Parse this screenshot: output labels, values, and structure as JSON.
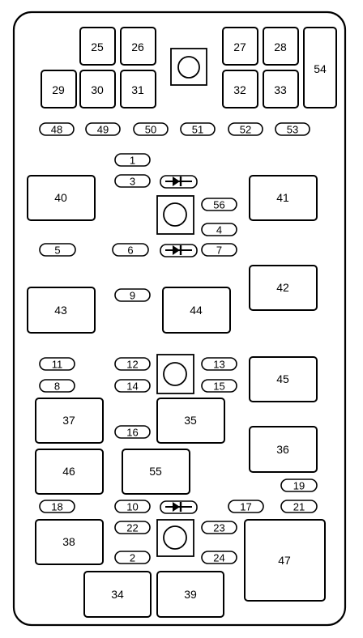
{
  "boxes": [
    {
      "id": "b25",
      "label": "25"
    },
    {
      "id": "b26",
      "label": "26"
    },
    {
      "id": "b27",
      "label": "27"
    },
    {
      "id": "b28",
      "label": "28"
    },
    {
      "id": "b29",
      "label": "29"
    },
    {
      "id": "b30",
      "label": "30"
    },
    {
      "id": "b31",
      "label": "31"
    },
    {
      "id": "b32",
      "label": "32"
    },
    {
      "id": "b33",
      "label": "33"
    },
    {
      "id": "b54",
      "label": "54"
    },
    {
      "id": "b40",
      "label": "40"
    },
    {
      "id": "b41",
      "label": "41"
    },
    {
      "id": "b42",
      "label": "42"
    },
    {
      "id": "b43",
      "label": "43"
    },
    {
      "id": "b44",
      "label": "44"
    },
    {
      "id": "b45",
      "label": "45"
    },
    {
      "id": "b37",
      "label": "37"
    },
    {
      "id": "b35",
      "label": "35"
    },
    {
      "id": "b36",
      "label": "36"
    },
    {
      "id": "b46",
      "label": "46"
    },
    {
      "id": "b55",
      "label": "55"
    },
    {
      "id": "b38",
      "label": "38"
    },
    {
      "id": "b47",
      "label": "47"
    },
    {
      "id": "b34",
      "label": "34"
    },
    {
      "id": "b39",
      "label": "39"
    }
  ],
  "ovals": [
    {
      "id": "o48",
      "label": "48"
    },
    {
      "id": "o49",
      "label": "49"
    },
    {
      "id": "o50",
      "label": "50"
    },
    {
      "id": "o51",
      "label": "51"
    },
    {
      "id": "o52",
      "label": "52"
    },
    {
      "id": "o53",
      "label": "53"
    },
    {
      "id": "o1",
      "label": "1"
    },
    {
      "id": "o3",
      "label": "3"
    },
    {
      "id": "o56",
      "label": "56"
    },
    {
      "id": "o4",
      "label": "4"
    },
    {
      "id": "o5",
      "label": "5"
    },
    {
      "id": "o6",
      "label": "6"
    },
    {
      "id": "o7",
      "label": "7"
    },
    {
      "id": "o9",
      "label": "9"
    },
    {
      "id": "o11",
      "label": "11"
    },
    {
      "id": "o12",
      "label": "12"
    },
    {
      "id": "o13",
      "label": "13"
    },
    {
      "id": "o8",
      "label": "8"
    },
    {
      "id": "o14",
      "label": "14"
    },
    {
      "id": "o15",
      "label": "15"
    },
    {
      "id": "o16",
      "label": "16"
    },
    {
      "id": "o19",
      "label": "19"
    },
    {
      "id": "o18",
      "label": "18"
    },
    {
      "id": "o10",
      "label": "10"
    },
    {
      "id": "o17",
      "label": "17"
    },
    {
      "id": "o21",
      "label": "21"
    },
    {
      "id": "o22",
      "label": "22"
    },
    {
      "id": "o23",
      "label": "23"
    },
    {
      "id": "o2",
      "label": "2"
    },
    {
      "id": "o24",
      "label": "24"
    }
  ]
}
